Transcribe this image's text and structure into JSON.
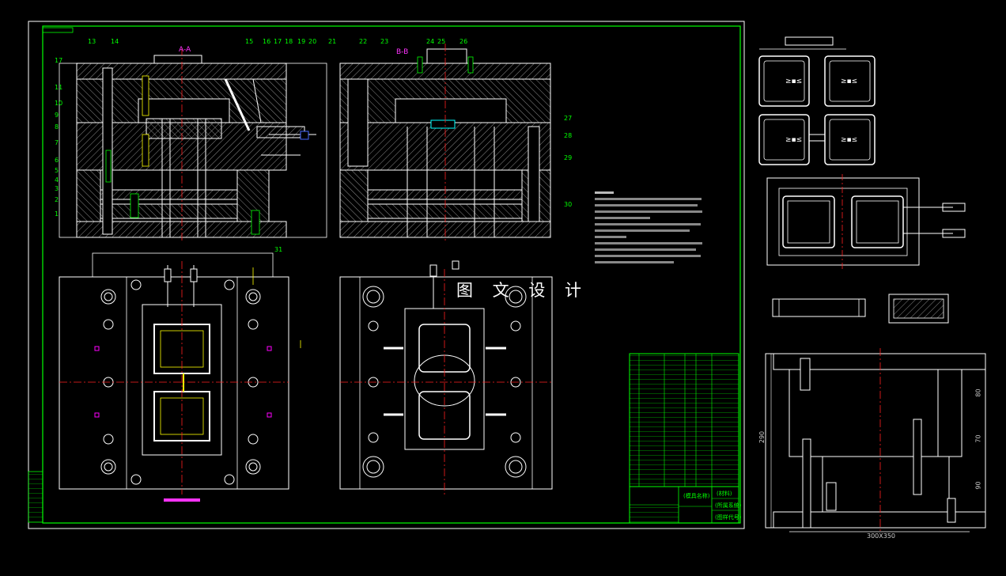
{
  "drawing": {
    "section_labels": {
      "aa": "A-A",
      "bb": "B-B"
    },
    "watermark": "图 文 设 计",
    "part_numbers_left": [
      "17",
      "11",
      "10",
      "9",
      "8",
      "7",
      "6",
      "5",
      "4",
      "3",
      "2",
      "1"
    ],
    "part_numbers_top_aa": [
      "13",
      "14",
      "15",
      "16",
      "17",
      "18",
      "19",
      "20",
      "21"
    ],
    "part_numbers_top_bb": [
      "22",
      "23",
      "24",
      "25",
      "26"
    ],
    "part_numbers_right_bb": [
      "27",
      "28",
      "29",
      "30"
    ],
    "part_number_bottom": "31",
    "dimensions": {
      "height_total": "290",
      "h1": "80",
      "h2": "70",
      "h3": "90",
      "base_size": "300X350"
    },
    "title_block": {
      "cell_1": "(模具名称)",
      "cell_2": "(材料)",
      "cell_3": "(所属系统)",
      "cell_4": "(图样代号)"
    }
  },
  "colors": {
    "background": "#000000",
    "frame": "#00ff00",
    "outline": "#ffffff",
    "hatch": "#aaaaaa",
    "centerline": "#ff2020",
    "label": "#00ff00",
    "section": "#ff33ff",
    "accent_yellow": "#ffff00",
    "accent_cyan": "#00ffff",
    "accent_blue": "#4466ff",
    "accent_magenta": "#ff00ff"
  }
}
